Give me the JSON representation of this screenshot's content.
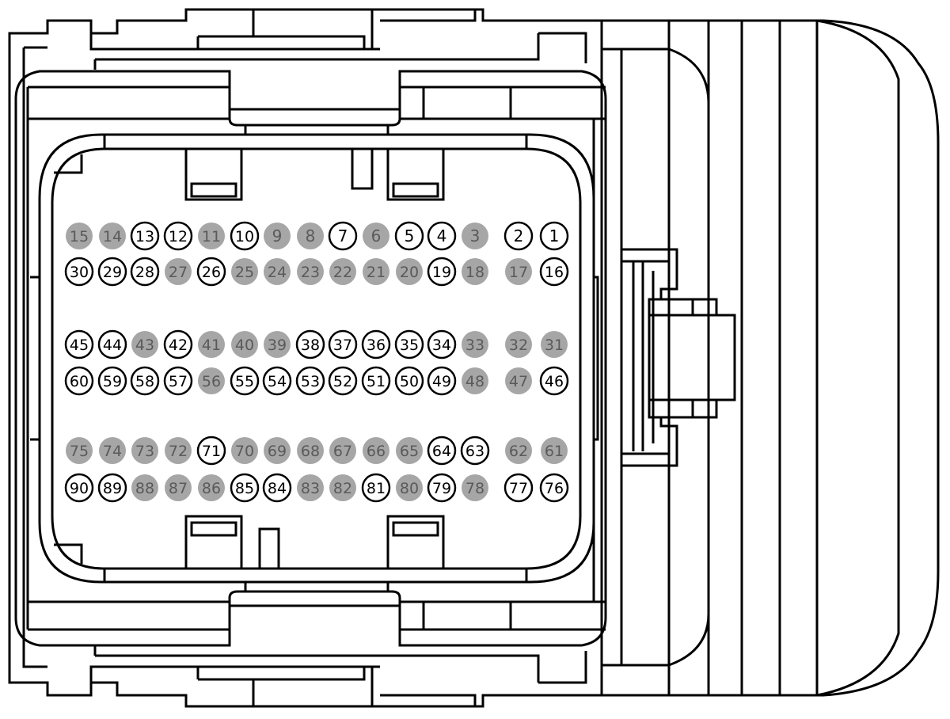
{
  "connector": {
    "colors": {
      "unused_pin_fill": "#a6a6a6",
      "used_pin_fill": "#ffffff",
      "outline": "#000000"
    },
    "pin_rows": [
      {
        "pins": [
          {
            "label": "15",
            "used": false
          },
          {
            "label": "14",
            "used": false
          },
          {
            "label": "13",
            "used": true
          },
          {
            "label": "12",
            "used": true
          },
          {
            "label": "11",
            "used": false
          },
          {
            "label": "10",
            "used": true
          },
          {
            "label": "9",
            "used": false
          },
          {
            "label": "8",
            "used": false
          },
          {
            "label": "7",
            "used": true
          },
          {
            "label": "6",
            "used": false
          },
          {
            "label": "5",
            "used": true
          },
          {
            "label": "4",
            "used": true
          },
          {
            "label": "3",
            "used": false
          },
          {
            "label": "2",
            "used": true
          },
          {
            "label": "1",
            "used": true
          }
        ]
      },
      {
        "pins": [
          {
            "label": "30",
            "used": true
          },
          {
            "label": "29",
            "used": true
          },
          {
            "label": "28",
            "used": true
          },
          {
            "label": "27",
            "used": false
          },
          {
            "label": "26",
            "used": true
          },
          {
            "label": "25",
            "used": false
          },
          {
            "label": "24",
            "used": false
          },
          {
            "label": "23",
            "used": false
          },
          {
            "label": "22",
            "used": false
          },
          {
            "label": "21",
            "used": false
          },
          {
            "label": "20",
            "used": false
          },
          {
            "label": "19",
            "used": true
          },
          {
            "label": "18",
            "used": false
          },
          {
            "label": "17",
            "used": false
          },
          {
            "label": "16",
            "used": true
          }
        ]
      },
      {
        "pins": [
          {
            "label": "45",
            "used": true
          },
          {
            "label": "44",
            "used": true
          },
          {
            "label": "43",
            "used": false
          },
          {
            "label": "42",
            "used": true
          },
          {
            "label": "41",
            "used": false
          },
          {
            "label": "40",
            "used": false
          },
          {
            "label": "39",
            "used": false
          },
          {
            "label": "38",
            "used": true
          },
          {
            "label": "37",
            "used": true
          },
          {
            "label": "36",
            "used": true
          },
          {
            "label": "35",
            "used": true
          },
          {
            "label": "34",
            "used": true
          },
          {
            "label": "33",
            "used": false
          },
          {
            "label": "32",
            "used": false
          },
          {
            "label": "31",
            "used": false
          }
        ]
      },
      {
        "pins": [
          {
            "label": "60",
            "used": true
          },
          {
            "label": "59",
            "used": true
          },
          {
            "label": "58",
            "used": true
          },
          {
            "label": "57",
            "used": true
          },
          {
            "label": "56",
            "used": false
          },
          {
            "label": "55",
            "used": true
          },
          {
            "label": "54",
            "used": true
          },
          {
            "label": "53",
            "used": true
          },
          {
            "label": "52",
            "used": true
          },
          {
            "label": "51",
            "used": true
          },
          {
            "label": "50",
            "used": true
          },
          {
            "label": "49",
            "used": true
          },
          {
            "label": "48",
            "used": false
          },
          {
            "label": "47",
            "used": false
          },
          {
            "label": "46",
            "used": true
          }
        ]
      },
      {
        "pins": [
          {
            "label": "75",
            "used": false
          },
          {
            "label": "74",
            "used": false
          },
          {
            "label": "73",
            "used": false
          },
          {
            "label": "72",
            "used": false
          },
          {
            "label": "71",
            "used": true
          },
          {
            "label": "70",
            "used": false
          },
          {
            "label": "69",
            "used": false
          },
          {
            "label": "68",
            "used": false
          },
          {
            "label": "67",
            "used": false
          },
          {
            "label": "66",
            "used": false
          },
          {
            "label": "65",
            "used": false
          },
          {
            "label": "64",
            "used": true
          },
          {
            "label": "63",
            "used": true
          },
          {
            "label": "62",
            "used": false
          },
          {
            "label": "61",
            "used": false
          }
        ]
      },
      {
        "pins": [
          {
            "label": "90",
            "used": true
          },
          {
            "label": "89",
            "used": true
          },
          {
            "label": "88",
            "used": false
          },
          {
            "label": "87",
            "used": false
          },
          {
            "label": "86",
            "used": false
          },
          {
            "label": "85",
            "used": true
          },
          {
            "label": "84",
            "used": true
          },
          {
            "label": "83",
            "used": false
          },
          {
            "label": "82",
            "used": false
          },
          {
            "label": "81",
            "used": true
          },
          {
            "label": "80",
            "used": false
          },
          {
            "label": "79",
            "used": true
          },
          {
            "label": "78",
            "used": false
          },
          {
            "label": "77",
            "used": true
          },
          {
            "label": "76",
            "used": true
          }
        ]
      }
    ]
  }
}
